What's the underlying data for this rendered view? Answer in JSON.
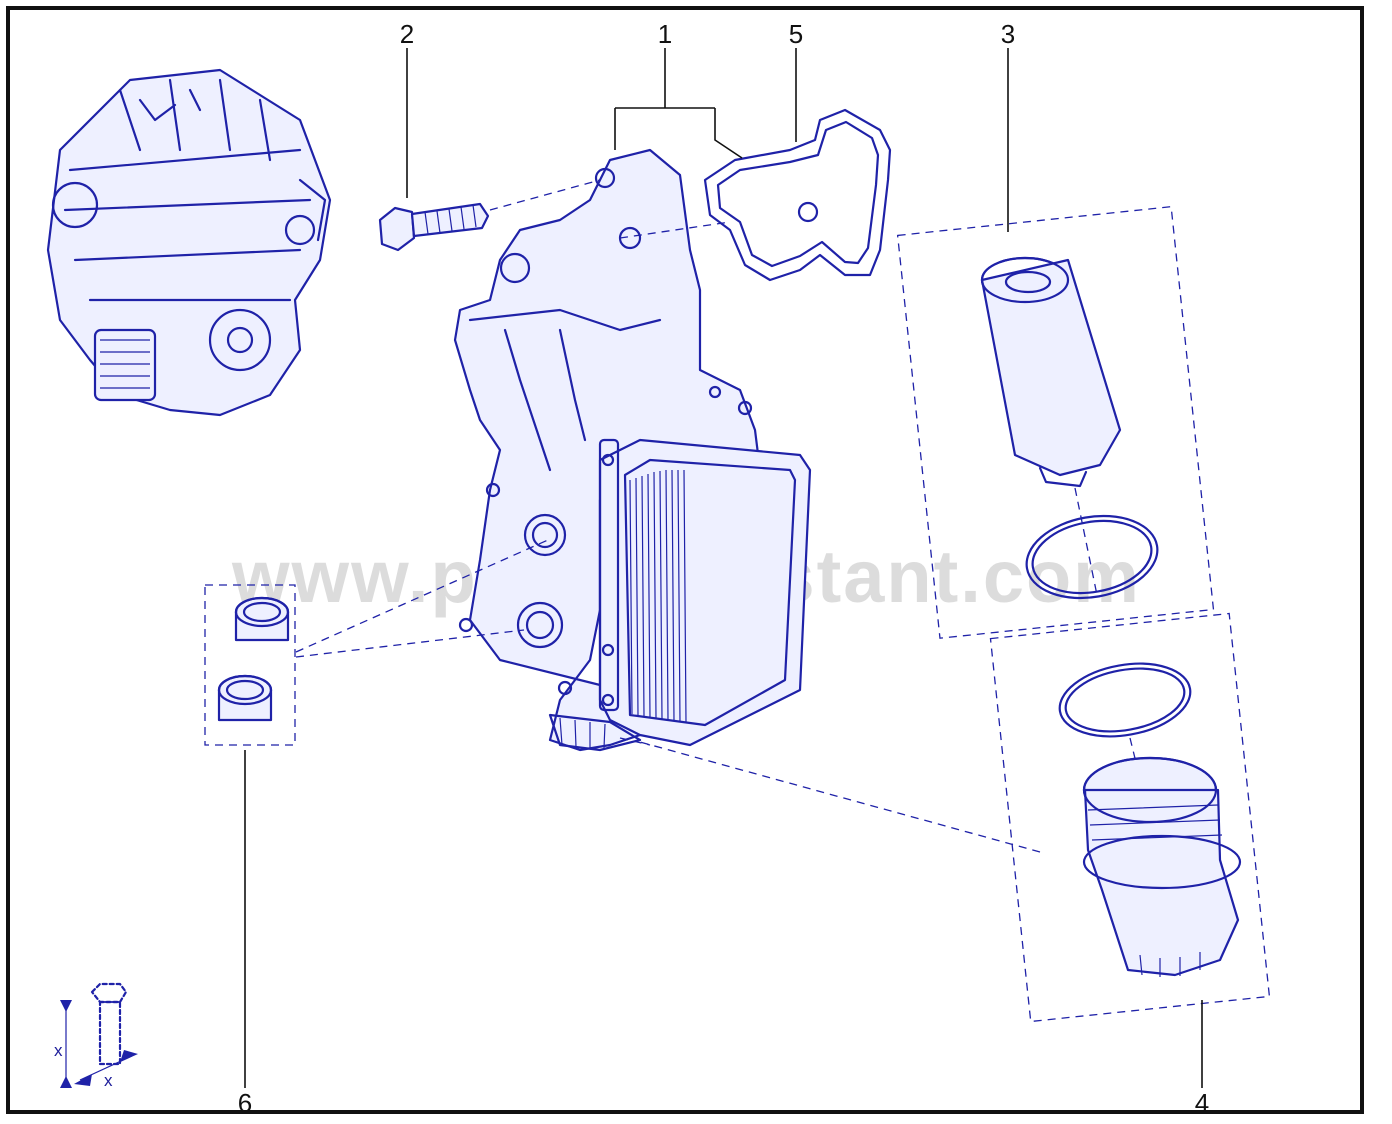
{
  "watermark": "www.partsassistant.com",
  "callouts": [
    {
      "id": "1",
      "label": "1"
    },
    {
      "id": "2",
      "label": "2"
    },
    {
      "id": "3",
      "label": "3"
    },
    {
      "id": "4",
      "label": "4"
    },
    {
      "id": "5",
      "label": "5"
    },
    {
      "id": "6",
      "label": "6"
    }
  ],
  "torque_legend": {
    "x_label_vertical": "x",
    "x_label_horizontal": "x"
  },
  "colors": {
    "line": "#1f22a8",
    "frame": "#111111"
  }
}
